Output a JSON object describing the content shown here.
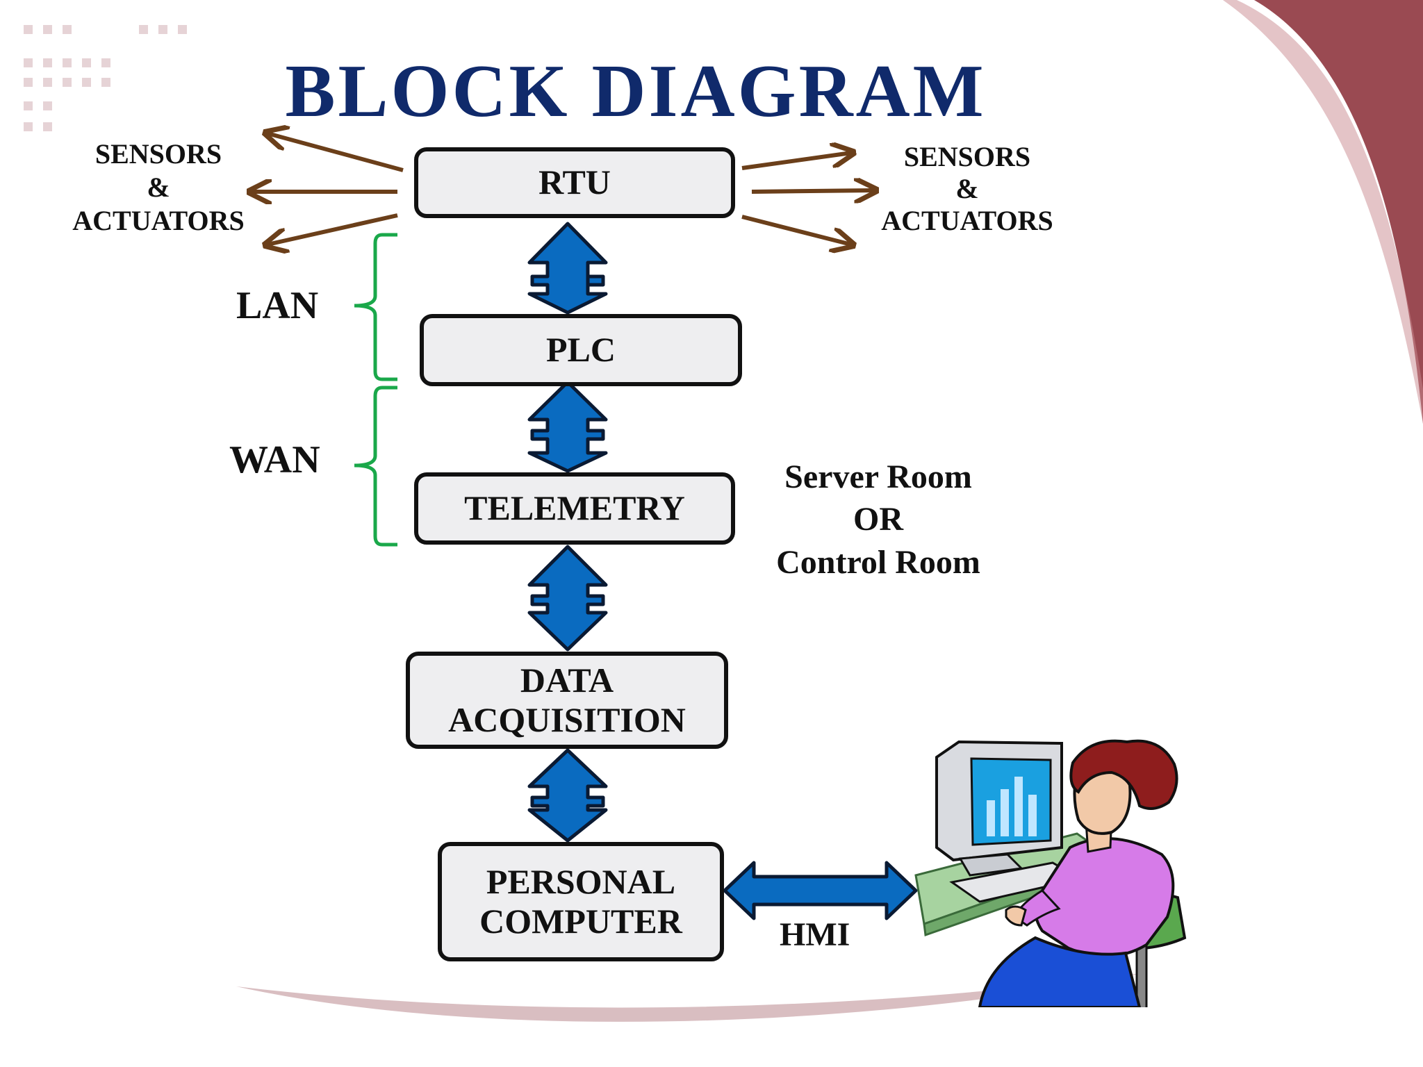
{
  "title": "BLOCK  DIAGRAM",
  "blocks": {
    "rtu": "RTU",
    "plc": "PLC",
    "telemetry": "TELEMETRY",
    "daq_line1": "DATA",
    "daq_line2": "ACQUISITION",
    "pc_line1": "PERSONAL",
    "pc_line2": "COMPUTER"
  },
  "left_sensors": {
    "line1": "SENSORS",
    "line2": "&",
    "line3": "ACTUATORS"
  },
  "right_sensors": {
    "line1": "SENSORS",
    "line2": "&",
    "line3": "ACTUATORS"
  },
  "network": {
    "lan": "LAN",
    "wan": "WAN"
  },
  "room": {
    "line1": "Server Room",
    "line2": "OR",
    "line3": "Control Room"
  },
  "hmi": "HMI",
  "colors": {
    "title": "#102a6b",
    "arrow_blue": "#0a6bc0",
    "sensor_arrow": "#6b3f1a",
    "brace": "#1aa84a",
    "accent_maroon": "#9a4a52"
  },
  "icons": [
    "operator-at-computer-illustration"
  ]
}
